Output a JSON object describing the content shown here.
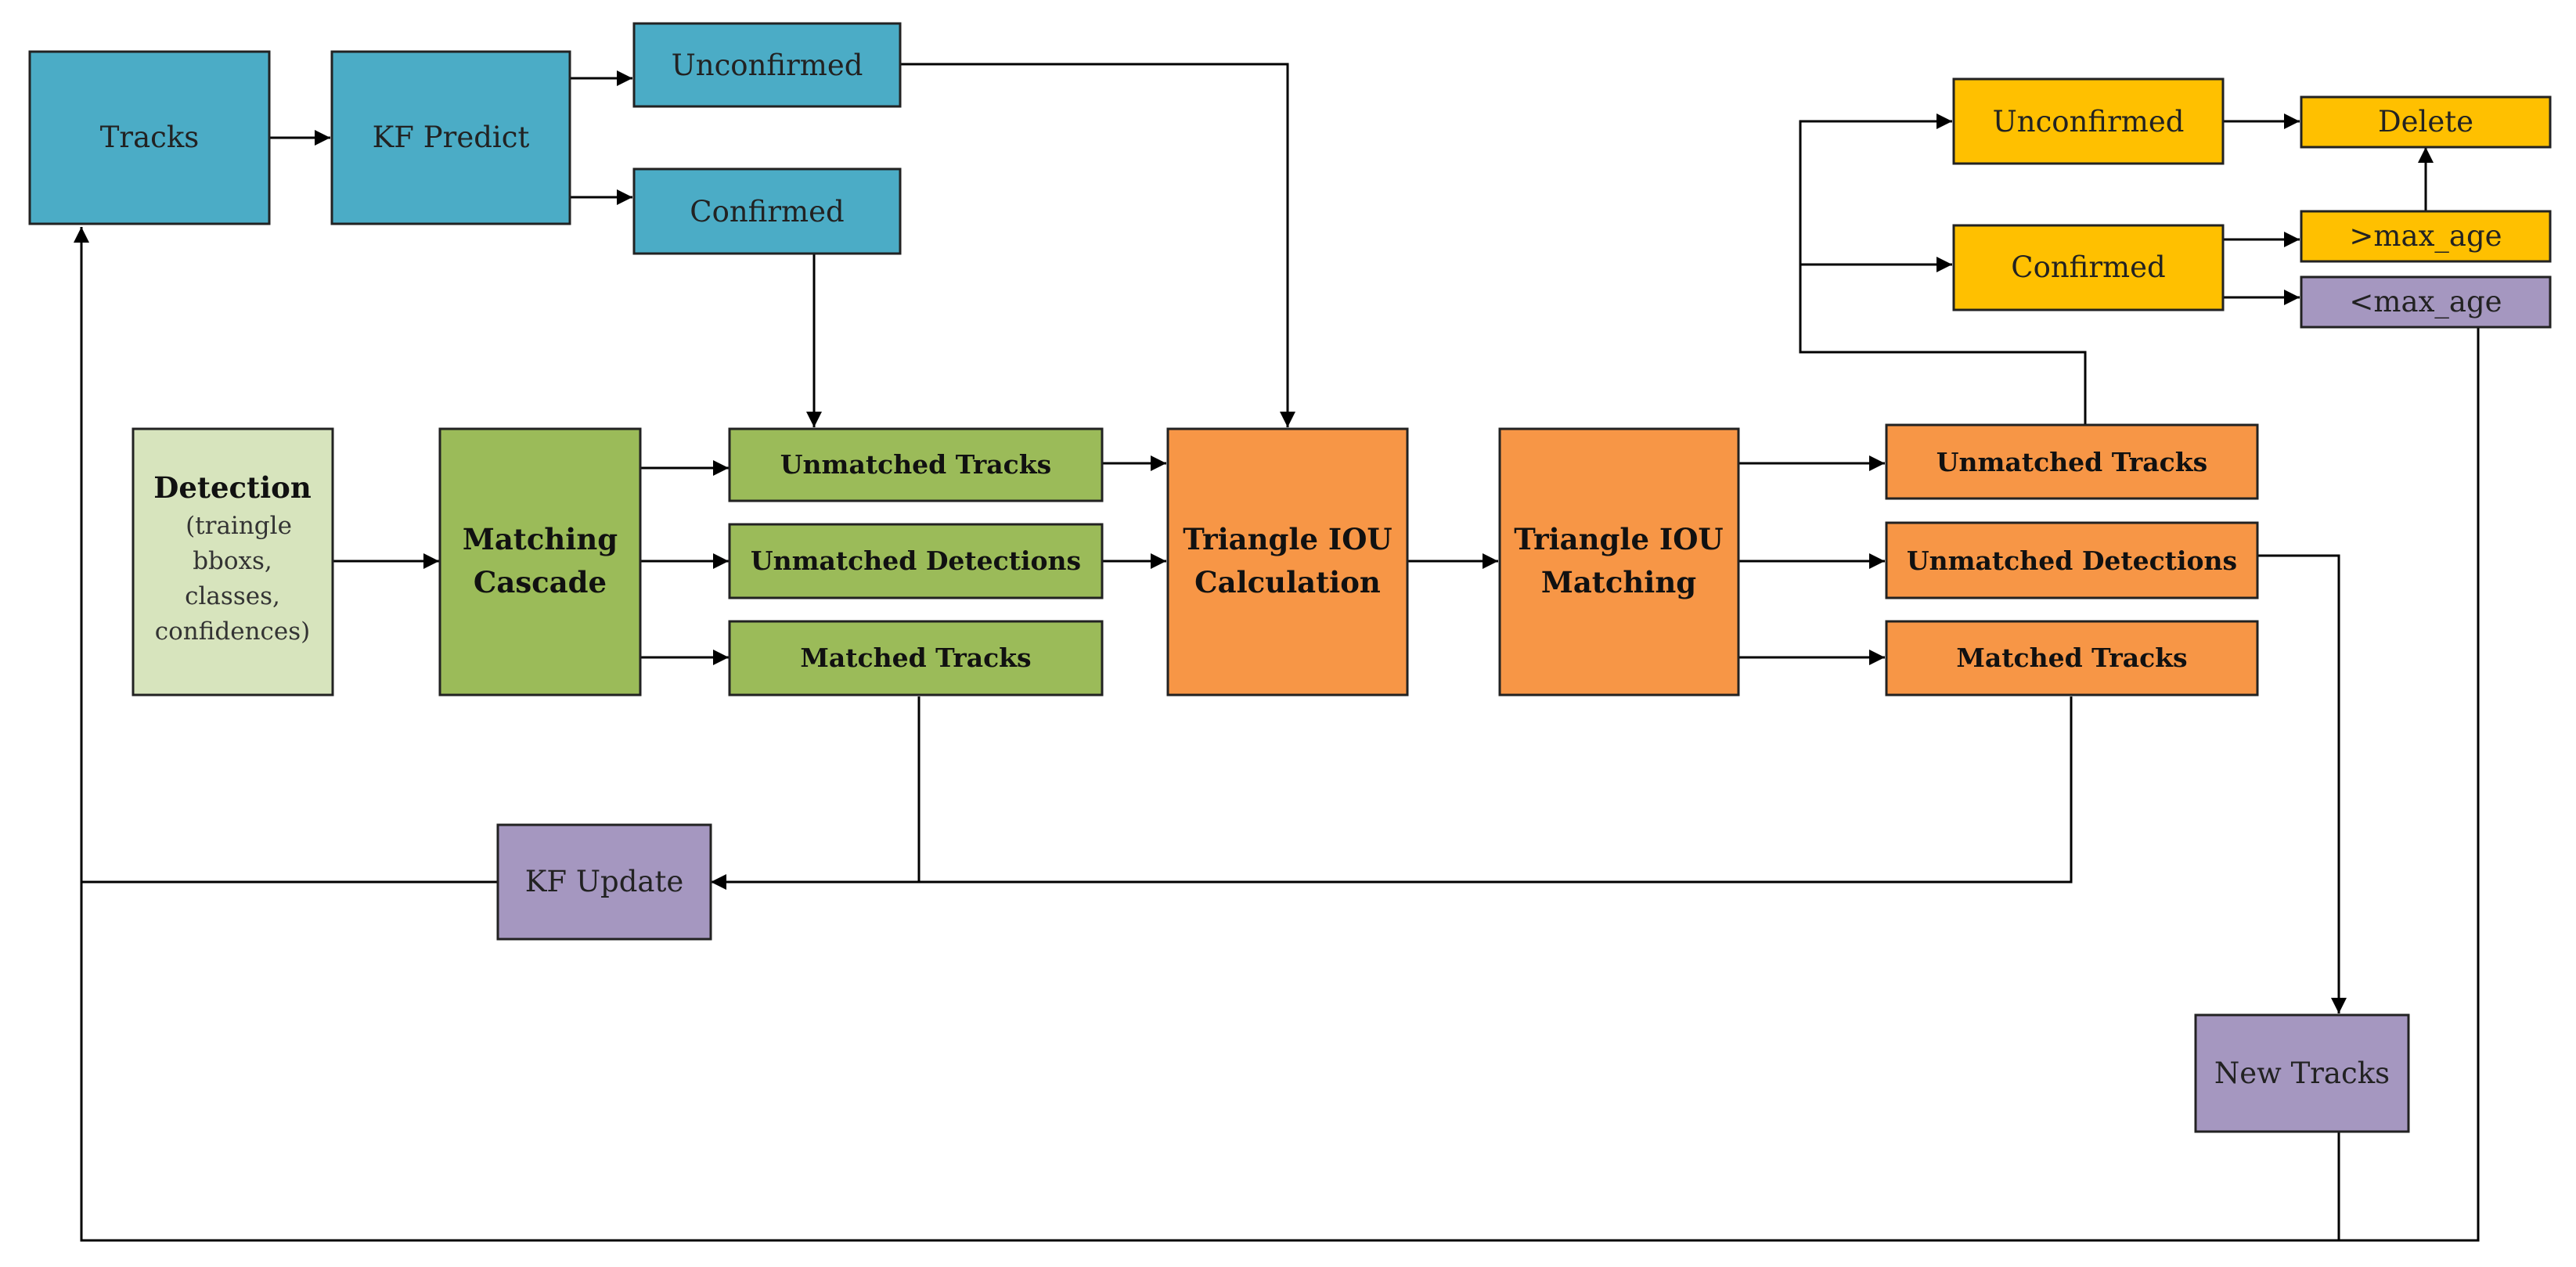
{
  "nodes": {
    "tracks": "Tracks",
    "kf_predict": "KF Predict",
    "unconfirmed_top": "Unconfirmed",
    "confirmed_top": "Confirmed",
    "detection_title": "Detection",
    "detection_line1": "(traingle",
    "detection_line2": "bboxs,",
    "detection_line3": "classes,",
    "detection_line4": "confidences)",
    "matching_cascade_line1": "Matching",
    "matching_cascade_line2": "Cascade",
    "unmatched_tracks_green": "Unmatched Tracks",
    "unmatched_detections_green": "Unmatched Detections",
    "matched_tracks_green": "Matched Tracks",
    "iou_calc_line1": "Triangle IOU",
    "iou_calc_line2": "Calculation",
    "iou_match_line1": "Triangle IOU",
    "iou_match_line2": "Matching",
    "unmatched_tracks_orange": "Unmatched Tracks",
    "unmatched_detections_orange": "Unmatched Detections",
    "matched_tracks_orange": "Matched Tracks",
    "unconfirmed_right": "Unconfirmed",
    "confirmed_right": "Confirmed",
    "delete": "Delete",
    "gt_max_age": ">max_age",
    "lt_max_age": "<max_age",
    "kf_update": "KF Update",
    "new_tracks": "New Tracks"
  },
  "colors": {
    "blue": "#4BACC6",
    "green": "#9BBB59",
    "light_green": "#D7E4BD",
    "orange": "#F79646",
    "yellow": "#FFC000",
    "purple": "#A597C0"
  }
}
